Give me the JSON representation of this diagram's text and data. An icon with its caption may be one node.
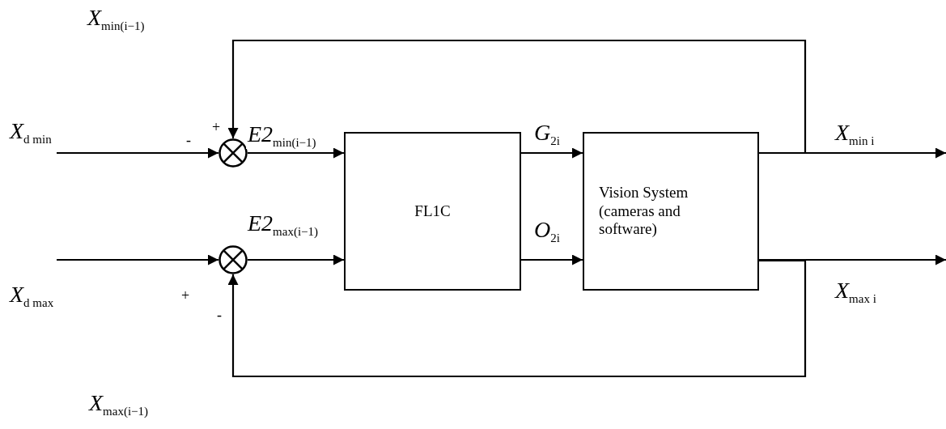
{
  "diagram": {
    "nodes": [
      {
        "text": [
          "FL1C"
        ]
      },
      {
        "text": [
          "Vision System (cameras and software)"
        ]
      },
      {
        "text": [],
        "shape": "circle"
      },
      {
        "text": [],
        "shape": "circle"
      }
    ],
    "edges": [
      {
        "from": null,
        "to": 2,
        "arrow": "to",
        "label": "X$_{d min}$"
      },
      {
        "from": 2,
        "to": 0,
        "arrow": "to",
        "label": "E2$_{min(i−1)}$"
      },
      {
        "from": null,
        "to": 3,
        "arrow": "to",
        "label": "X$_{d max}$"
      },
      {
        "from": 3,
        "to": 0,
        "arrow": "to",
        "label": "E2$_{max(i−1)}$"
      },
      {
        "from": 0,
        "to": 1,
        "arrow": "to",
        "label": "G$_{2i}$"
      },
      {
        "from": 0,
        "to": 1,
        "arrow": "to",
        "label": "O$_{2i}$"
      },
      {
        "from": 1,
        "to": null,
        "arrow": "to",
        "label": "X$_{min i}$"
      },
      {
        "from": 1,
        "to": null,
        "arrow": "to",
        "label": "X$_{max i}$"
      },
      {
        "from": 1,
        "to": 2,
        "arrow": "to",
        "label": "X$_{min(i−1)}$"
      },
      {
        "from": 1,
        "to": 3,
        "arrow": "to",
        "label": "X$_{max(i−1)}$"
      }
    ],
    "labels": [
      "+",
      "-",
      "+",
      "-"
    ]
  }
}
